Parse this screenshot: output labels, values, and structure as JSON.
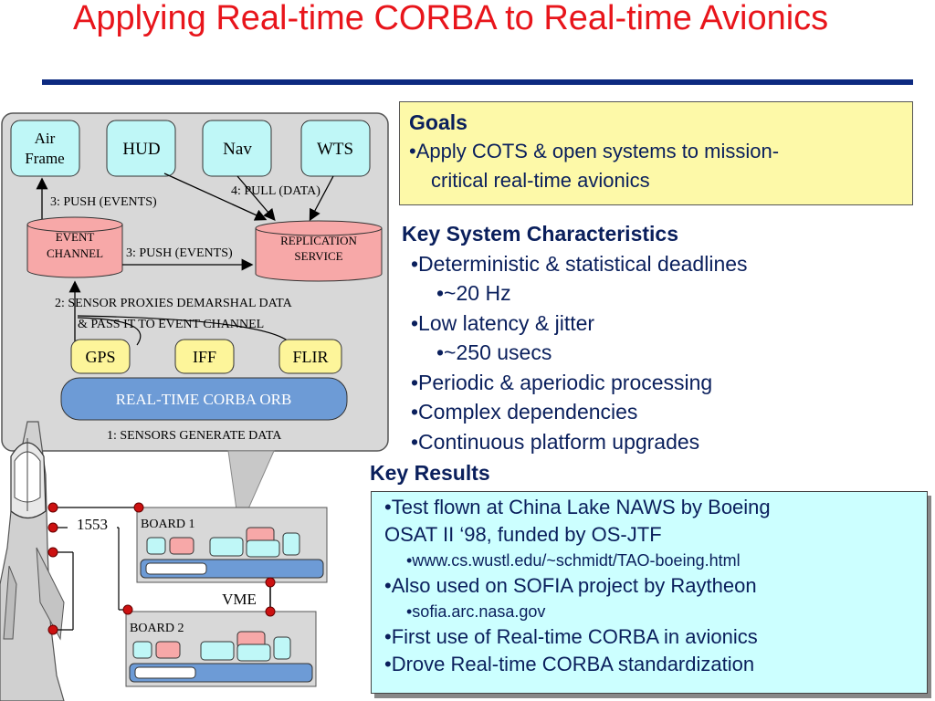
{
  "title": "Applying Real-time CORBA to Real-time Avionics",
  "diagram": {
    "top_boxes": [
      "Air Frame",
      "HUD",
      "Nav",
      "WTS"
    ],
    "event_channel": [
      "EVENT",
      "CHANNEL"
    ],
    "replication_service": [
      "REPLICATION",
      "SERVICE"
    ],
    "step3_up": "3: PUSH (EVENTS)",
    "step3_right": "3: PUSH (EVENTS)",
    "step4": "4: PULL (DATA)",
    "step2_line1": "2: SENSOR PROXIES DEMARSHAL DATA",
    "step2_line2": "& PASS IT TO EVENT CHANNEL",
    "sensors": [
      "GPS",
      "IFF",
      "FLIR"
    ],
    "orb": "REAL-TIME CORBA ORB",
    "step1": "1: SENSORS GENERATE DATA",
    "bus_1553": "1553",
    "vme": "VME",
    "board1": "BOARD 1",
    "board2": "BOARD 2"
  },
  "goals": {
    "heading": "Goals",
    "items": [
      "•Apply COTS & open systems to mission-",
      "critical real-time avionics"
    ]
  },
  "key_system_characteristics": {
    "heading": "Key System Characteristics",
    "items": [
      {
        "text": "•Deterministic & statistical deadlines",
        "level": 1
      },
      {
        "text": "•~20 Hz",
        "level": 2
      },
      {
        "text": "•Low latency & jitter",
        "level": 1
      },
      {
        "text": "•~250 usecs",
        "level": 2
      },
      {
        "text": "•Periodic & aperiodic processing",
        "level": 1
      },
      {
        "text": "•Complex dependencies",
        "level": 1
      },
      {
        "text": "•Continuous platform upgrades",
        "level": 1
      }
    ]
  },
  "key_results": {
    "heading": "Key Results",
    "line1": "•Test flown at China Lake NAWS by Boeing",
    "line2": "OSAT II ‘98, funded by OS-JTF",
    "link1": "•www.cs.wustl.edu/~schmidt/TAO-boeing.html",
    "line3": "•Also used on SOFIA project by Raytheon",
    "link2": "•sofia.arc.nasa.gov",
    "line4": "•First use of Real-time CORBA in avionics",
    "line5": "•Drove Real-time CORBA standardization"
  },
  "colors": {
    "title": "#e8151b",
    "rule": "#0d2a80",
    "text": "#0a1f5c",
    "goals_bg": "#fdf9a8",
    "results_bg": "#ccffff",
    "cyan_box": "#bff7f7",
    "pink_box": "#f7a8a8",
    "sensor_box": "#fdf59a",
    "orb_bg": "#6d9bd6",
    "panel_bg": "#d8d8d8"
  }
}
